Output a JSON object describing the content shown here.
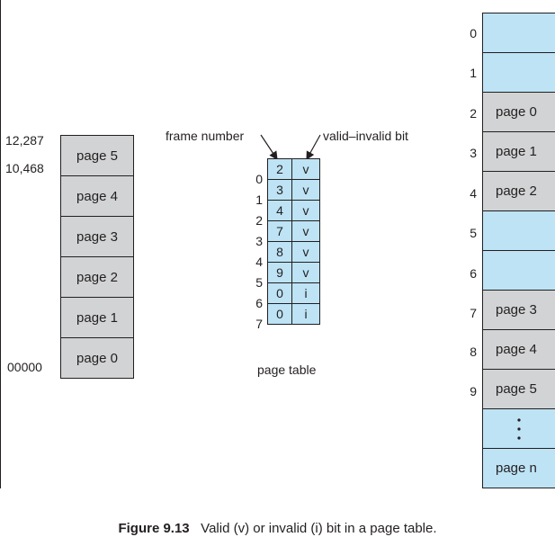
{
  "left_memory": {
    "pages": [
      "page 5",
      "page 4",
      "page 3",
      "page 2",
      "page 1",
      "page 0"
    ],
    "addresses": {
      "top": "12,287",
      "second": "10,468",
      "bottom": "00000"
    }
  },
  "page_table": {
    "label_frame": "frame number",
    "label_valid": "valid–invalid bit",
    "title": "page table",
    "indices": [
      "0",
      "1",
      "2",
      "3",
      "4",
      "5",
      "6",
      "7"
    ],
    "rows": [
      {
        "frame": "2",
        "bit": "v"
      },
      {
        "frame": "3",
        "bit": "v"
      },
      {
        "frame": "4",
        "bit": "v"
      },
      {
        "frame": "7",
        "bit": "v"
      },
      {
        "frame": "8",
        "bit": "v"
      },
      {
        "frame": "9",
        "bit": "v"
      },
      {
        "frame": "0",
        "bit": "i"
      },
      {
        "frame": "0",
        "bit": "i"
      }
    ]
  },
  "physical_memory": {
    "indices": [
      "0",
      "1",
      "2",
      "3",
      "4",
      "5",
      "6",
      "7",
      "8",
      "9"
    ],
    "frames": [
      "",
      "",
      "page 0",
      "page 1",
      "page 2",
      "",
      "",
      "page 3",
      "page 4",
      "page 5",
      "",
      "page n"
    ]
  },
  "caption": {
    "label": "Figure 9.13",
    "text": "Valid (v) or invalid (i) bit in a page table."
  }
}
